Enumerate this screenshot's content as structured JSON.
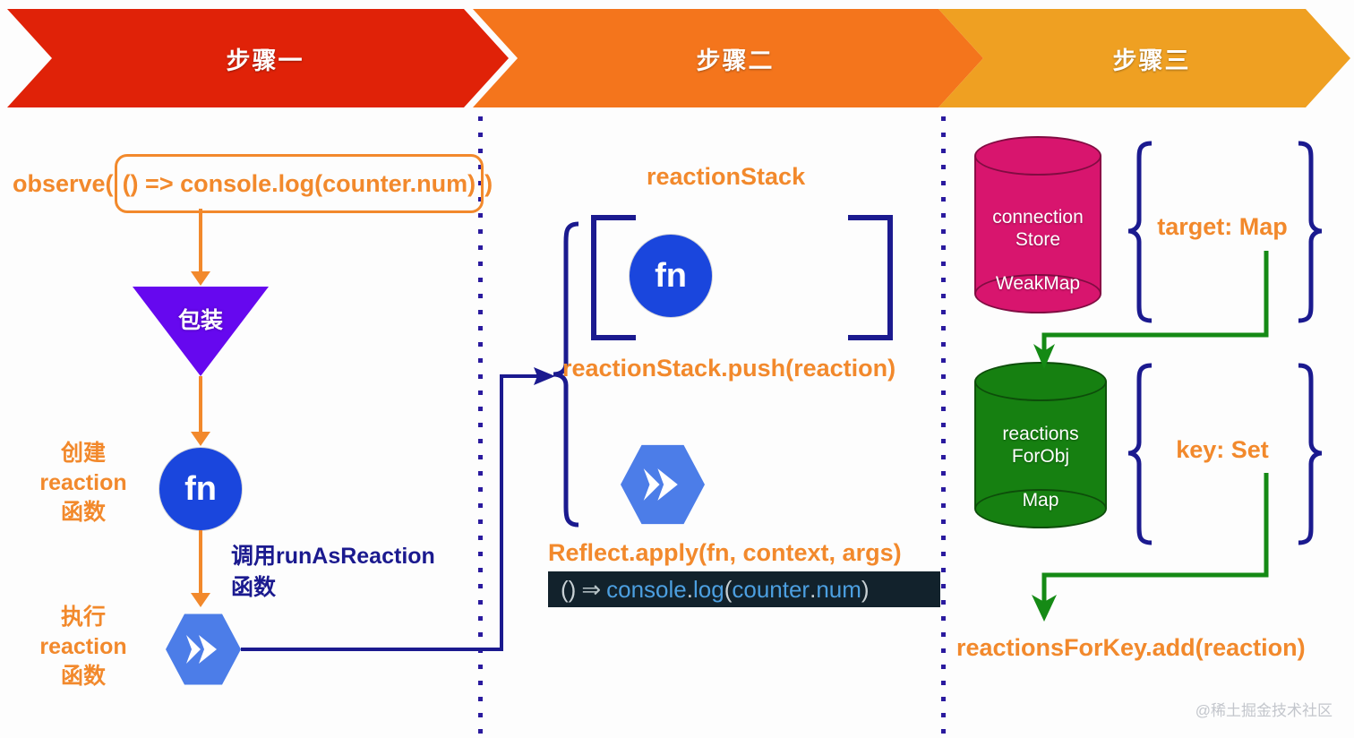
{
  "banner": {
    "steps": [
      {
        "label": "步骤一",
        "color": "#e02208"
      },
      {
        "label": "步骤二",
        "color": "#f4751c"
      },
      {
        "label": "步骤三",
        "color": "#efa022"
      }
    ]
  },
  "colors": {
    "orange_text": "#f2892c",
    "navy": "#1b1a8f",
    "purple": "#6608ef",
    "fn_blue": "#1a46dd",
    "hex_blue": "#4c7de8",
    "pink": "#d8156e",
    "green": "#168011",
    "divider_dot": "#2a1a9e",
    "code_bg": "#12222c"
  },
  "step_one": {
    "observe_prefix": "observe(",
    "observe_inner": "() => console.log(counter.num)",
    "observe_suffix": ")",
    "wrap_node_label": "包装",
    "fn_node_label": "fn",
    "create_reaction_label": "创建\nreaction\n函数",
    "exec_reaction_label": "执行\nreaction\n函数",
    "runas_label": "调用runAsReaction\n函数"
  },
  "step_two": {
    "stack_title": "reactionStack",
    "fn_node_label": "fn",
    "push_text": "reactionStack.push(reaction)",
    "reflect_text": "Reflect.apply(fn, context, args)",
    "code": {
      "parens": "()",
      "arrow": "⇒",
      "console": "console",
      "dot1": ".",
      "log": "log",
      "open": "(",
      "counter": "counter",
      "dot2": ".",
      "num": "num",
      "close": ")"
    }
  },
  "step_three": {
    "connection_store": {
      "name": "connection\nStore",
      "type": "WeakMap"
    },
    "reactions_for_obj": {
      "name": "reactions\nForObj",
      "type": "Map"
    },
    "target_map_label": "target: Map",
    "key_set_label": "key: Set",
    "add_reaction_text": "reactionsForKey.add(reaction)"
  },
  "watermark": "@稀土掘金技术社区"
}
